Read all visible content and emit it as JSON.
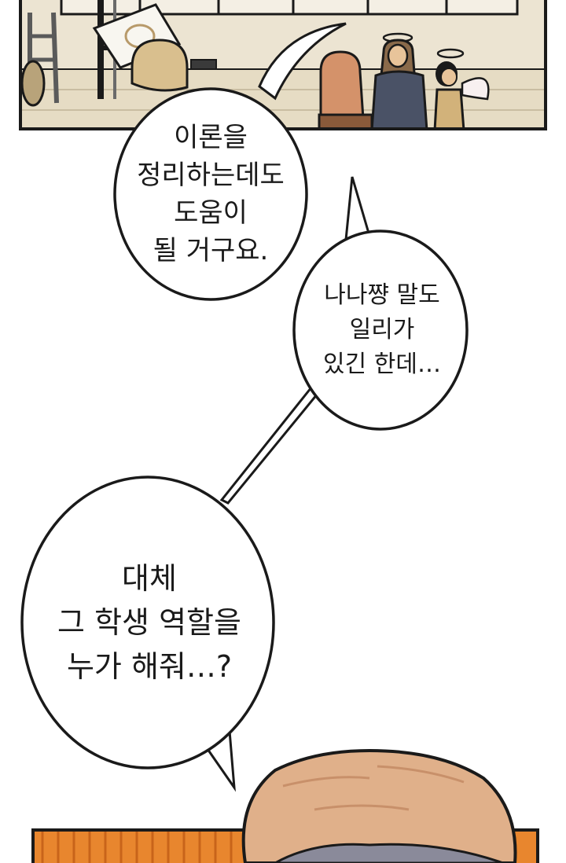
{
  "bubbles": {
    "bubble1": {
      "text": "이론을\n정리하는데도\n도움이\n될 거구요."
    },
    "bubble2": {
      "text": "나나쨩 말도\n일리가\n있긴 한데…"
    },
    "bubble3": {
      "text": "대체\n그 학생 역할을\n누가 해줘…?"
    }
  },
  "colors": {
    "ink": "#1a1a1a",
    "wall": "#ece4d2",
    "floor": "#e6dcc4",
    "robe": "#4a5266",
    "hair": "#8a6a4a",
    "skin": "#e8c49a",
    "orange": "#e8862e",
    "bald": "#e0b08a"
  }
}
